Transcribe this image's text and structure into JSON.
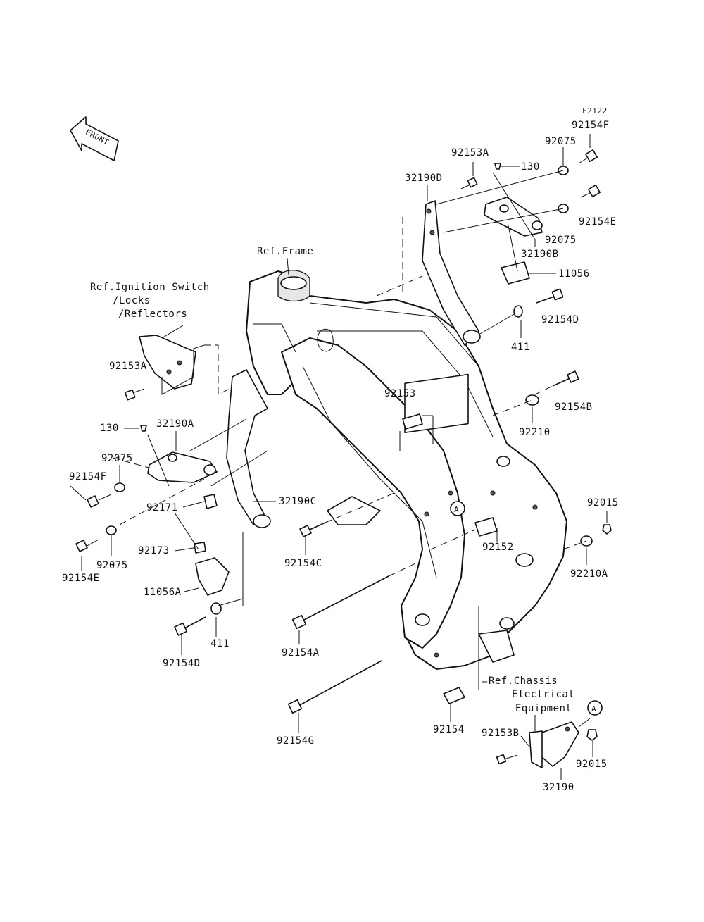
{
  "figure_code": "F2122",
  "front_arrow": "FRONT",
  "refs": {
    "frame": "Ref.Frame",
    "ignition": [
      "Ref.Ignition Switch",
      "/Locks",
      "/Reflectors"
    ],
    "chassis": [
      "Ref.Chassis",
      "Electrical",
      "Equipment"
    ]
  },
  "callout_marker": "A",
  "parts": {
    "p92154F_top": "92154F",
    "p92075_top": "92075",
    "p92153A_top": "92153A",
    "p130_top": "130",
    "p32190D": "32190D",
    "p92154E_right": "92154E",
    "p92075_mid": "92075",
    "p32190B": "32190B",
    "p11056": "11056",
    "p92154D_right": "92154D",
    "p411_right": "411",
    "p92153A_left": "92153A",
    "p130_left": "130",
    "p32190A": "32190A",
    "p92075_left": "92075",
    "p92154F_left": "92154F",
    "p92171": "92171",
    "p32190C": "32190C",
    "p92075_left2": "92075",
    "p92154E_left": "92154E",
    "p92173": "92173",
    "p11056A": "11056A",
    "p411_left": "411",
    "p92154D_left": "92154D",
    "p92153": "92153",
    "p92154B": "92154B",
    "p92210": "92210",
    "p92015_right": "92015",
    "p92154C": "92154C",
    "p92152": "92152",
    "p92210A": "92210A",
    "p92154A": "92154A",
    "p92154G": "92154G",
    "p92154": "92154",
    "p92153B": "92153B",
    "p32190": "32190",
    "p92015_bottom": "92015"
  }
}
